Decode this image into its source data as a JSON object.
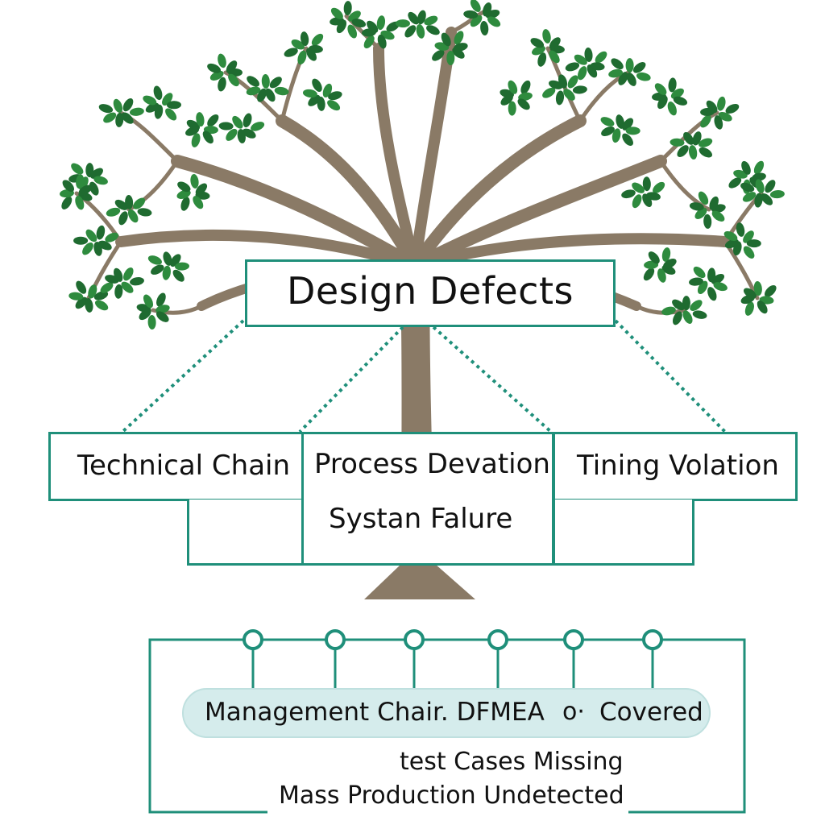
{
  "root": {
    "label": "Design Defects"
  },
  "branches": [
    {
      "label": "Technical Chain"
    },
    {
      "label": "Process Devation",
      "sub_label": "Systan Falure"
    },
    {
      "label": "Tining Volation"
    }
  ],
  "management": {
    "label": "Management Chair. DFMEA",
    "symbol": "o·",
    "status": "Covered"
  },
  "footer_lines": [
    "test Cases Missing",
    "Mass Production Undetected"
  ],
  "colors": {
    "accent": "#1f8f7a",
    "trunk": "#8a7a66",
    "leaf": "#2e8b3e",
    "leaf_dark": "#1f6b30",
    "pill": "#d5ecec"
  },
  "icons": [
    "tree-illustration",
    "node-circle-icon"
  ]
}
